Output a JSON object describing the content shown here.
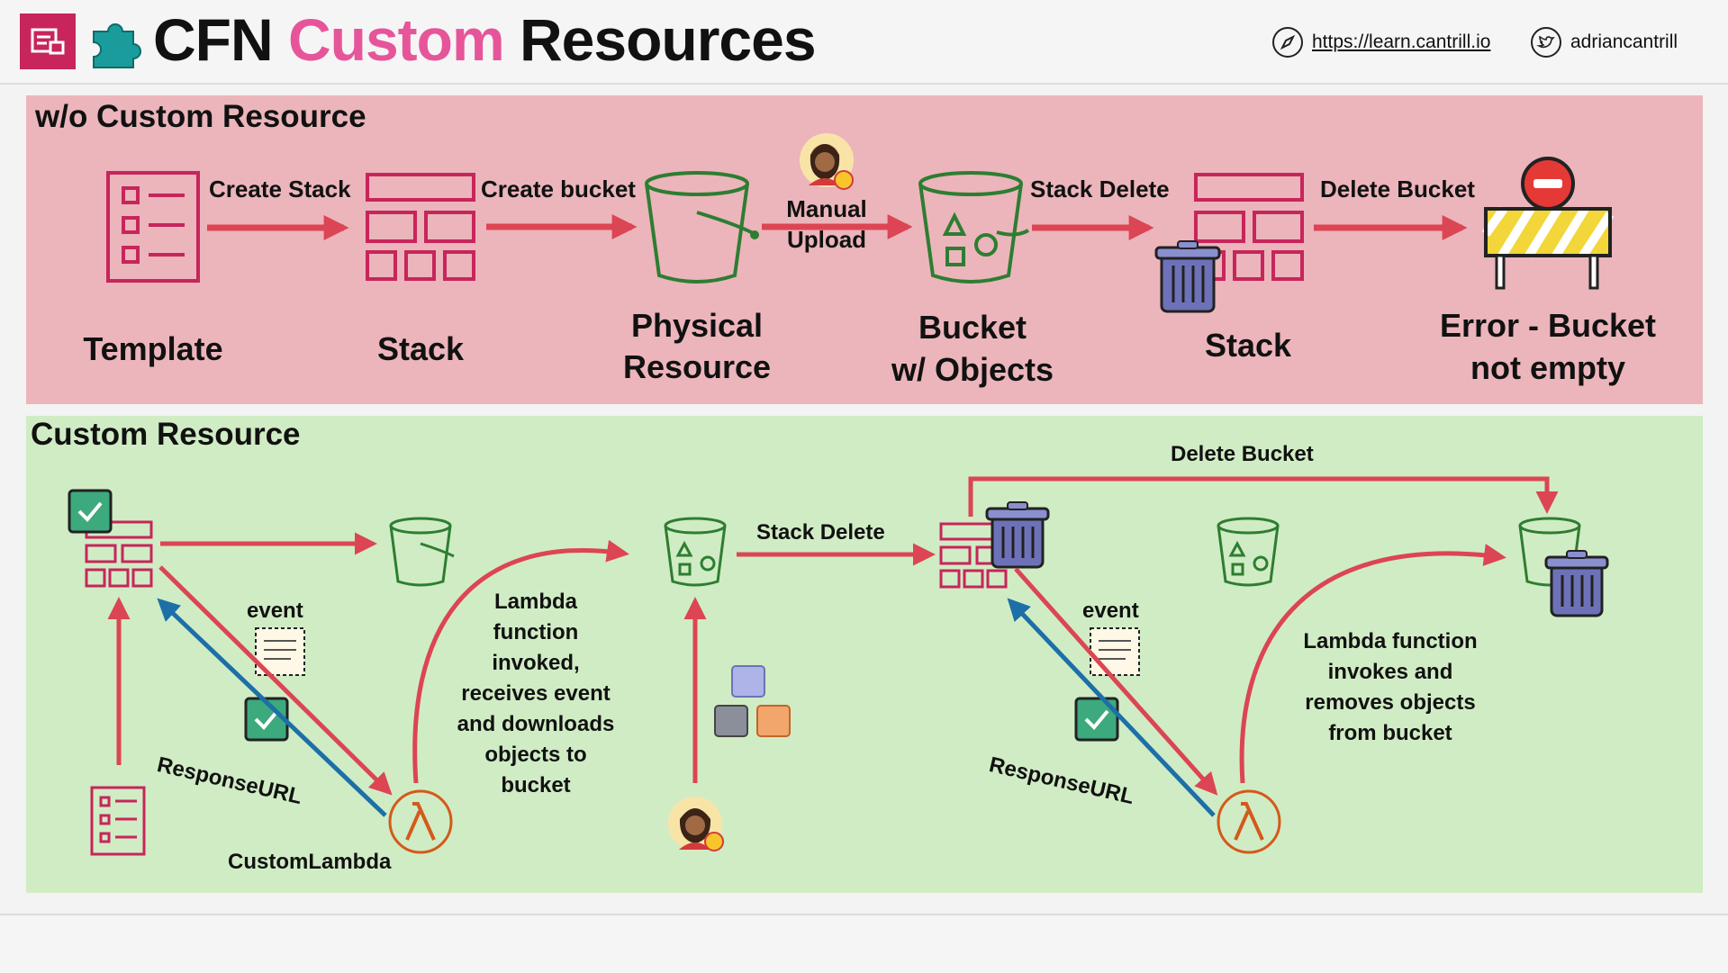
{
  "header": {
    "title_main": "CFN",
    "title_accent": "Custom",
    "title_rest": "Resources",
    "site_link": "https://learn.cantrill.io",
    "twitter_handle": "adriancantrill",
    "colors": {
      "accent": "#e6559a",
      "logo_bg": "#c7255b",
      "puzzle": "#1a9c9c"
    }
  },
  "top_panel": {
    "title": "w/o Custom Resource",
    "nodes": {
      "template": "Template",
      "stack": "Stack",
      "physical_l1": "Physical",
      "physical_l2": "Resource",
      "bucket_l1": "Bucket",
      "bucket_l2": "w/ Objects",
      "stack2": "Stack",
      "error_l1": "Error - Bucket",
      "error_l2": "not empty"
    },
    "arrows": {
      "create_stack": "Create Stack",
      "create_bucket": "Create bucket",
      "manual_l1": "Manual",
      "manual_l2": "Upload",
      "stack_delete": "Stack Delete",
      "delete_bucket": "Delete Bucket"
    },
    "colors": {
      "background": "#ebb5bb",
      "arrow": "#dc4553",
      "cfn": "#c7255b",
      "s3": "#2e7d32"
    }
  },
  "bottom_panel": {
    "title": "Custom Resource",
    "labels": {
      "event_left": "event",
      "response_left": "ResponseURL",
      "custom_lambda": "CustomLambda",
      "lambda_desc": [
        "Lambda",
        "function",
        "invoked,",
        "receives event",
        "and downloads",
        "objects to",
        "bucket"
      ],
      "stack_delete": "Stack Delete",
      "delete_bucket": "Delete Bucket",
      "event_right": "event",
      "response_right": "ResponseURL",
      "lambda_desc2": [
        "Lambda function",
        "invokes and",
        "removes objects",
        "from bucket"
      ]
    },
    "colors": {
      "background": "#d0ecc4",
      "arrow": "#dc4553",
      "response_arrow": "#1d6fa8",
      "lambda": "#d35a1b",
      "trash": "#6d72b8"
    }
  }
}
